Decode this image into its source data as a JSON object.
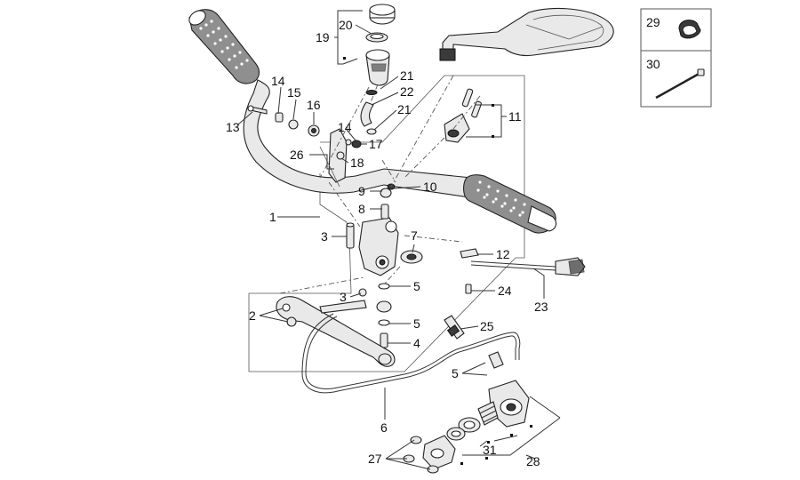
{
  "labels": {
    "l1": "1",
    "l2": "2",
    "l3a": "3",
    "l3b": "3",
    "l4": "4",
    "l5a": "5",
    "l5b": "5",
    "l5c": "5",
    "l6": "6",
    "l7": "7",
    "l8": "8",
    "l9": "9",
    "l10": "10",
    "l11": "11",
    "l12": "12",
    "l13": "13",
    "l14a": "14",
    "l14b": "14",
    "l15": "15",
    "l16": "16",
    "l17": "17",
    "l18": "18",
    "l19": "19",
    "l20": "20",
    "l21a": "21",
    "l21b": "21",
    "l22": "22",
    "l23": "23",
    "l24": "24",
    "l25": "25",
    "l26": "26",
    "l27": "27",
    "l28": "28",
    "l29": "29",
    "l30": "30",
    "l31": "31"
  }
}
